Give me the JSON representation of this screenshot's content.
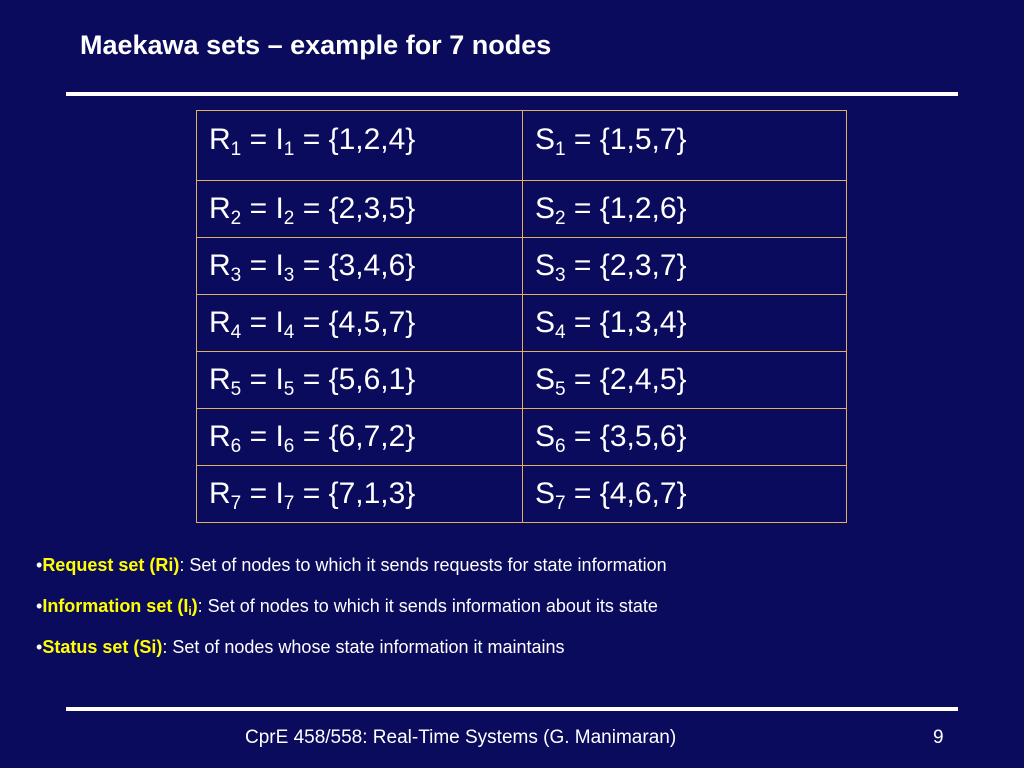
{
  "title": "Maekawa sets – example for 7 nodes",
  "rows": [
    {
      "num": "1",
      "r_set": "{1,2,4}",
      "s_set": "{1,5,7}"
    },
    {
      "num": "2",
      "r_set": "{2,3,5}",
      "s_set": "{1,2,6}"
    },
    {
      "num": "3",
      "r_set": "{3,4,6}",
      "s_set": "{2,3,7}"
    },
    {
      "num": "4",
      "r_set": "{4,5,7}",
      "s_set": "{1,3,4}"
    },
    {
      "num": "5",
      "r_set": "{5,6,1}",
      "s_set": "{2,4,5}"
    },
    {
      "num": "6",
      "r_set": "{6,7,2}",
      "s_set": "{3,5,6}"
    },
    {
      "num": "7",
      "r_set": "{7,1,3}",
      "s_set": "{4,6,7}"
    }
  ],
  "definitions": [
    {
      "bullet": "•",
      "term": "Request set (Ri)",
      "description": ": Set of nodes to which it sends requests for state information"
    },
    {
      "bullet": "•",
      "term_before": "Information set (I",
      "term_sub": "i",
      "term_after": ")",
      "description": ": Set of nodes to which it sends information about its state"
    },
    {
      "bullet": "•",
      "term": "Status set (Si)",
      "description": ": Set of nodes whose state information it maintains"
    }
  ],
  "footer": {
    "course": "CprE 458/558: Real-Time Systems (G. Manimaran)",
    "page_number": "9"
  },
  "colors": {
    "background": "#0b0b5e",
    "text": "#ffffff",
    "highlight": "#ffff00",
    "table_border": "#e0b060"
  }
}
